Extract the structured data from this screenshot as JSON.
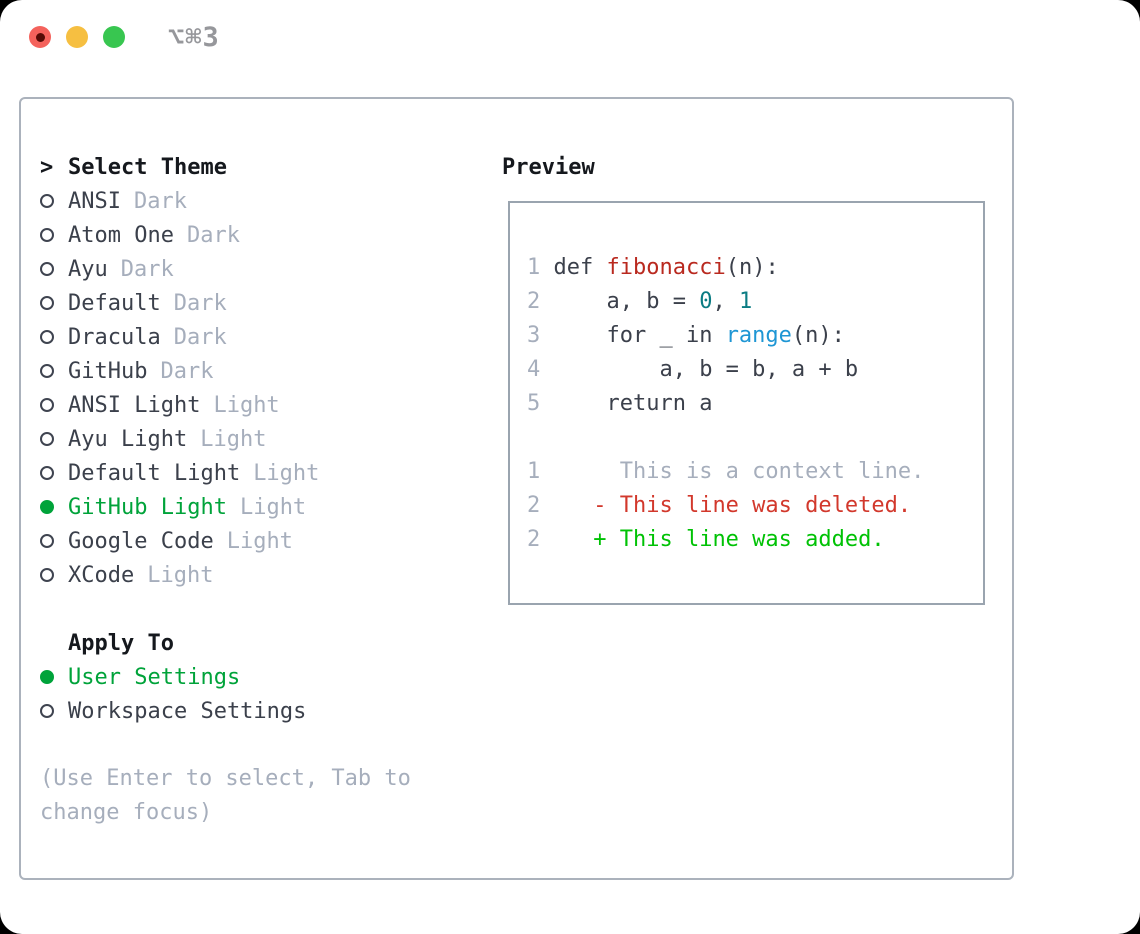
{
  "window": {
    "title": "⌥⌘3",
    "controls": [
      "close",
      "minimize",
      "zoom"
    ]
  },
  "theme_picker": {
    "cursor": ">",
    "header": "Select Theme",
    "items": [
      {
        "name": "ANSI",
        "variant": "Dark",
        "selected": false
      },
      {
        "name": "Atom One",
        "variant": "Dark",
        "selected": false
      },
      {
        "name": "Ayu",
        "variant": "Dark",
        "selected": false
      },
      {
        "name": "Default",
        "variant": "Dark",
        "selected": false
      },
      {
        "name": "Dracula",
        "variant": "Dark",
        "selected": false
      },
      {
        "name": "GitHub",
        "variant": "Dark",
        "selected": false
      },
      {
        "name": "ANSI Light",
        "variant": "Light",
        "selected": false
      },
      {
        "name": "Ayu Light",
        "variant": "Light",
        "selected": false
      },
      {
        "name": "Default Light",
        "variant": "Light",
        "selected": false
      },
      {
        "name": "GitHub Light",
        "variant": "Light",
        "selected": true
      },
      {
        "name": "Google Code",
        "variant": "Light",
        "selected": false
      },
      {
        "name": "XCode",
        "variant": "Light",
        "selected": false
      }
    ]
  },
  "apply_to": {
    "header": "Apply To",
    "options": [
      {
        "label": "User Settings",
        "selected": true
      },
      {
        "label": "Workspace Settings",
        "selected": false
      }
    ]
  },
  "help_lines": [
    "(Use Enter to select, Tab to",
    "change focus)"
  ],
  "preview": {
    "header": "Preview",
    "lines": [
      {
        "num": "1",
        "kind": "code",
        "tokens": [
          {
            "c": "text",
            "t": "def "
          },
          {
            "c": "func_name",
            "t": "fibonacci"
          },
          {
            "c": "text",
            "t": "(n):"
          }
        ]
      },
      {
        "num": "2",
        "kind": "code",
        "tokens": [
          {
            "c": "text",
            "t": "    a, b = "
          },
          {
            "c": "number",
            "t": "0"
          },
          {
            "c": "text",
            "t": ", "
          },
          {
            "c": "number",
            "t": "1"
          }
        ]
      },
      {
        "num": "3",
        "kind": "code",
        "tokens": [
          {
            "c": "text",
            "t": "    for _ in "
          },
          {
            "c": "builtin",
            "t": "range"
          },
          {
            "c": "text",
            "t": "(n):"
          }
        ]
      },
      {
        "num": "4",
        "kind": "code",
        "tokens": [
          {
            "c": "text",
            "t": "        a, b = b, a + b"
          }
        ]
      },
      {
        "num": "5",
        "kind": "code",
        "tokens": [
          {
            "c": "text",
            "t": "    return a"
          }
        ]
      },
      {
        "num": "",
        "kind": "spacer",
        "tokens": []
      },
      {
        "num": "1",
        "kind": "diff-context",
        "tokens": [
          {
            "c": "muted",
            "t": "     This is a context line."
          }
        ]
      },
      {
        "num": "2",
        "kind": "diff-removed",
        "tokens": [
          {
            "c": "diff_removed",
            "t": "   - This line was deleted."
          }
        ]
      },
      {
        "num": "2",
        "kind": "diff-added",
        "tokens": [
          {
            "c": "diff_added",
            "t": "   + This line was added."
          }
        ]
      }
    ]
  },
  "colors": {
    "text": "#3b404b",
    "header_text": "#15181d",
    "muted": "#a6aebc",
    "accent_green": "#00a33a",
    "diff_added": "#00c205",
    "diff_removed": "#d2382c",
    "func_name": "#b9291f",
    "number": "#0b7c83",
    "builtin": "#1e96d4",
    "panel_border": "#abb2bc",
    "preview_border": "#9aa4af",
    "traffic_red": "#f4625c",
    "traffic_yellow": "#f6bf41",
    "traffic_green": "#38c650"
  }
}
